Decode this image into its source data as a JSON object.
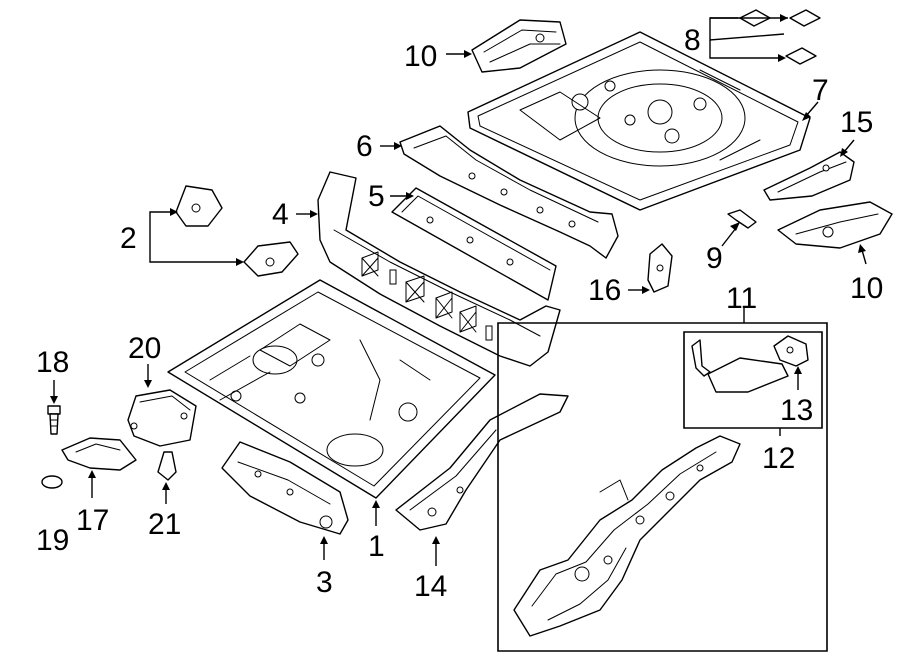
{
  "callouts": {
    "c1": "1",
    "c2": "2",
    "c3": "3",
    "c4": "4",
    "c5": "5",
    "c6": "6",
    "c7": "7",
    "c8": "8",
    "c9": "9",
    "c10a": "10",
    "c10b": "10",
    "c11": "11",
    "c12": "12",
    "c13": "13",
    "c14": "14",
    "c15": "15",
    "c16": "16",
    "c17": "17",
    "c18": "18",
    "c19": "19",
    "c20": "20",
    "c21": "21"
  },
  "colors": {
    "line": "#000000",
    "background": "#ffffff"
  }
}
